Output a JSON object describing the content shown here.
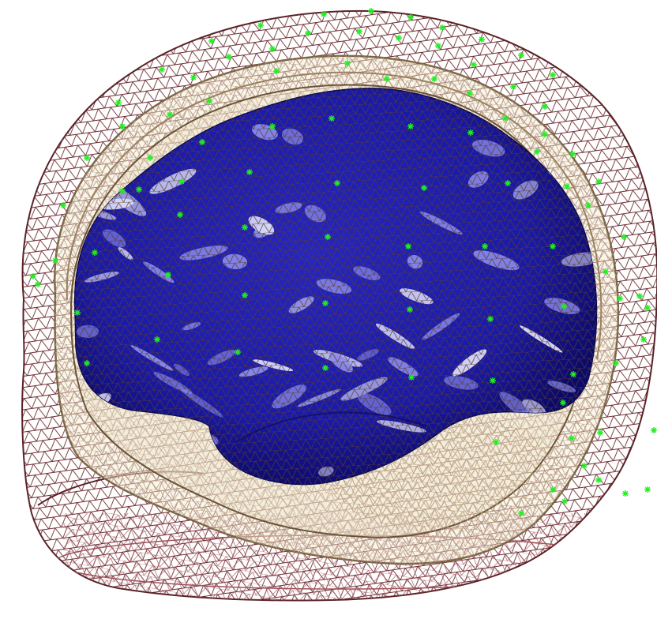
{
  "scene": {
    "background": "#ffffff",
    "colors": {
      "scalp_mesh": "#6e2f34",
      "scalp_mesh_lower": "#a0525a",
      "skull_mesh": "#b8a27a",
      "skull_inner_mesh": "#7a6446",
      "brain_fill": "#1a1aa8",
      "brain_dark": "#0a0a6a",
      "brain_highlight": "#8c8ce8",
      "electrode": "#22ee22"
    },
    "layers": [
      "scalp-mesh",
      "outer-skull-mesh",
      "inner-skull-mesh",
      "cortex-surface",
      "electrode-markers"
    ],
    "electrode_count": 95
  }
}
